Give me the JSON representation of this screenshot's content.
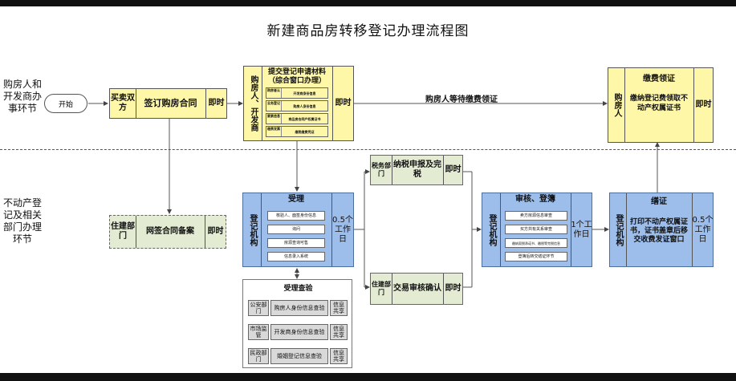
{
  "title": "新建商品房转移登记办理流程图",
  "lanes": {
    "top": "购房人和开发商办事环节",
    "bottom": "不动产登记及相关部门办理环节"
  },
  "start": "开始",
  "sign": {
    "party": "买卖双方",
    "task": "签订购房合同",
    "time": "即时"
  },
  "submit": {
    "party": "购房人、开发商",
    "title": "提交登记申请材料（综合窗口办理）",
    "items": [
      {
        "k": "购房者认",
        "v": "开发商身份信息"
      },
      {
        "k": "业务登记",
        "v": "购房人身份信息"
      },
      {
        "k": "要素信息",
        "v": "商品房合同产权属证书"
      },
      {
        "k": "缴费发票",
        "v": "缴税缴费凭证"
      }
    ],
    "time": "即时"
  },
  "wait_label": "购房人等待缴费领证",
  "fee": {
    "party": "购房人",
    "title": "缴费领证",
    "desc": "缴纳登记费领取不动产权属证书",
    "time": "即时"
  },
  "filing": {
    "dept": "住建部门",
    "task": "网签合同备案",
    "time": "即时"
  },
  "accept": {
    "org": "登记机构",
    "title": "受理",
    "items": [
      "核验人、面签身份信息",
      "询问",
      "房源查询可售",
      "信息录入系统"
    ],
    "time": "0.5个工作日"
  },
  "tax": {
    "dept": "税务部门",
    "task": "纳税申报及完税",
    "time": "即时"
  },
  "trade": {
    "dept": "住建部门",
    "task": "交易审核确认",
    "time": "即时"
  },
  "review": {
    "org": "登记机构",
    "title": "审核、登簿",
    "items": [
      "卖方房源信息审查",
      "买方共有关系审查",
      "缴纳契税承诺书、缴税等完税信息",
      "登簿后转交缮证环节"
    ],
    "time": "1个工作日"
  },
  "cert": {
    "org": "登记机构",
    "title": "缮证",
    "desc": "打印不动产权属证书，证书盖章后移交收费发证窗口",
    "time": "0.5个工作日"
  },
  "check": {
    "title": "受理查验",
    "rows": [
      {
        "dept": "公安部门",
        "item": "购房人身份信息查验",
        "share": "信息共享"
      },
      {
        "dept": "市场监管",
        "item": "开发商身份信息查验",
        "share": "信息共享"
      },
      {
        "dept": "民政部门",
        "item": "婚姻登记信息查验",
        "share": "信息共享"
      }
    ]
  }
}
